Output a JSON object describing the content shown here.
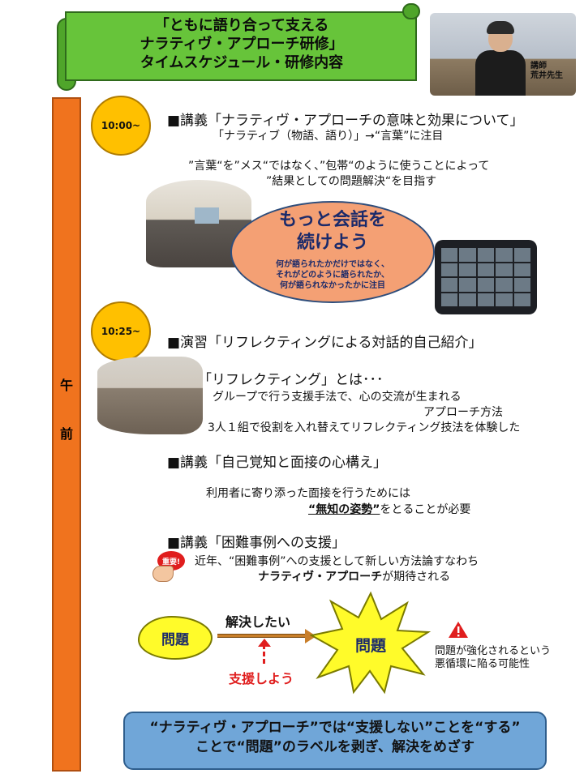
{
  "banner": {
    "line1": "「ともに語り合って支える",
    "line2": "ナラティヴ・アプローチ研修」",
    "line3": "タイムスケジュール・研修内容"
  },
  "lecturer": {
    "role": "講師",
    "name": "荒井先生"
  },
  "timebar": {
    "char1": "午",
    "char2": "前"
  },
  "session1": {
    "time": "10:00~",
    "heading": "■講義「ナラティヴ・アプローチの意味と効果について」",
    "note": "「ナラティブ（物語、語り）」→“言葉”に注目",
    "desc_line1": "”言葉“を”メス“ではなく、”包帯“のように使うことによって",
    "desc_line2": "”結果としての問題解決“を目指す"
  },
  "ellipse": {
    "title_line1": "もっと会話を",
    "title_line2": "続けよう",
    "sub_line1": "何が語られたかだけではなく、",
    "sub_line2": "それがどのように語られたか、",
    "sub_line3": "何が語られなかったかに注目"
  },
  "session2": {
    "time": "10:25~",
    "heading": "■演習「リフレクティングによる対話的自己紹介」",
    "def_title": "「リフレクティング」とは･･･",
    "def_line1": "グループで行う支援手法で、心の交流が生まれる",
    "def_line2": "アプローチ方法",
    "def_line3": "3人１組で役割を入れ替えてリフレクティング技法を体験した"
  },
  "session3": {
    "heading": "■講義「自己覚知と面接の心構え」",
    "line1": "利用者に寄り添った面接を行うためには",
    "emphasis": "“無知の姿勢”",
    "line2_rest": "をとることが必要"
  },
  "session4": {
    "heading": "■講義「困難事例への支援」",
    "badge": "重要!",
    "line1": "近年、“困難事例”への支援として新しい方法論すなわち",
    "emphasis": "ナラティヴ・アプローチ",
    "line2_rest": "が期待される"
  },
  "diagram": {
    "problem_left": "問題",
    "arrow_label": "解決したい",
    "support_label": "支援しよう",
    "problem_right": "問題",
    "warning_line1": "問題が強化されるという",
    "warning_line2": "悪循環に陥る可能性"
  },
  "bottom": {
    "line1": "“ナラティヴ・アプローチ”では“支援しない”ことを“する”",
    "line2": "ことで“問題”のラベルを剥ぎ、解決をめざす"
  },
  "colors": {
    "banner_green": "#67c43a",
    "timebar_orange": "#f0731e",
    "circle_yellow": "#ffc000",
    "ellipse_orange": "#f4a074",
    "star_yellow": "#fffb2a",
    "bottom_blue": "#70a6d8",
    "accent_red": "#e01e1e"
  }
}
